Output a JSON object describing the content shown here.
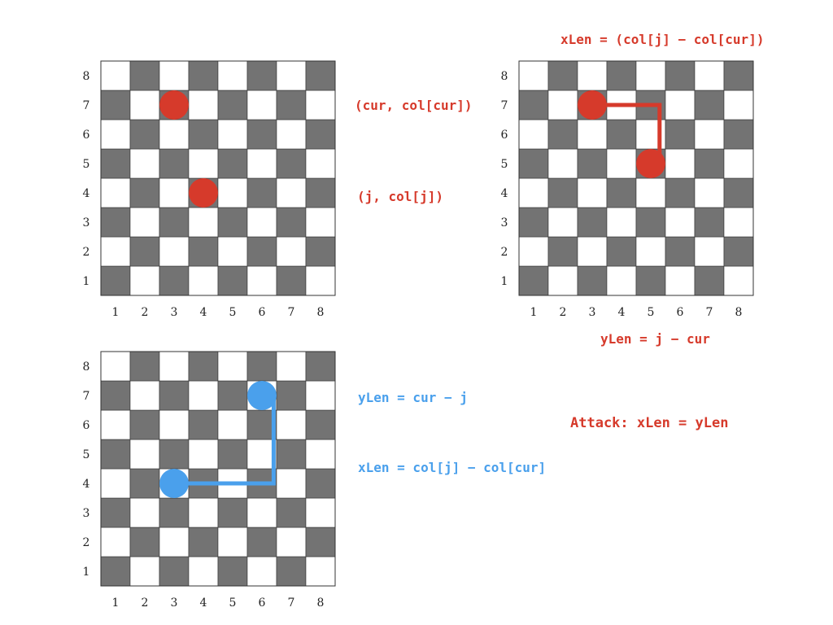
{
  "colors": {
    "red": "#d63a2b",
    "blue": "#4aa0ec",
    "dark_square": "#737373",
    "light_square": "#ffffff",
    "grid_line": "#333333"
  },
  "axis_labels": [
    "1",
    "2",
    "3",
    "4",
    "5",
    "6",
    "7",
    "8"
  ],
  "boards": [
    {
      "name": "board-top-left",
      "marker_color": "red",
      "pieces": [
        {
          "col": 3,
          "row": 7
        },
        {
          "col": 4,
          "row": 4
        }
      ],
      "path": []
    },
    {
      "name": "board-top-right",
      "marker_color": "red",
      "pieces": [
        {
          "col": 3,
          "row": 7
        },
        {
          "col": 5,
          "row": 5
        }
      ],
      "path": [
        [
          3,
          7
        ],
        [
          5.3,
          7
        ],
        [
          5.3,
          5
        ]
      ]
    },
    {
      "name": "board-bottom-left",
      "marker_color": "blue",
      "pieces": [
        {
          "col": 6,
          "row": 7
        },
        {
          "col": 3,
          "row": 4
        }
      ],
      "path": [
        [
          6,
          7
        ],
        [
          6.4,
          7
        ],
        [
          6.4,
          4
        ],
        [
          3,
          4
        ]
      ]
    }
  ],
  "labels": {
    "cur_point": "(cur, col[cur])",
    "j_point": "(j, col[j])",
    "xlen_red": "xLen = (col[j] − col[cur])",
    "ylen_red": "yLen = j − cur",
    "ylen_blue": "yLen = cur − j",
    "xlen_blue": "xLen = col[j] − col[cur]",
    "attack": "Attack: xLen = yLen"
  }
}
